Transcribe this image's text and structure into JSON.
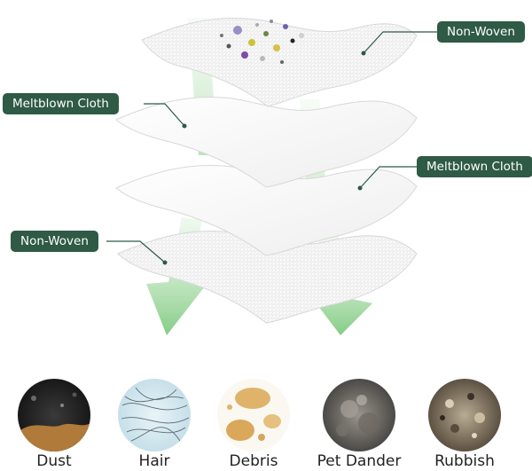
{
  "layers": [
    {
      "label": "Non-Woven"
    },
    {
      "label": "Meltblown Cloth"
    },
    {
      "label": "Meltblown Cloth"
    },
    {
      "label": "Non-Woven"
    }
  ],
  "particles": [
    {
      "label": "Dust",
      "icon": "dust-icon"
    },
    {
      "label": "Hair",
      "icon": "hair-icon"
    },
    {
      "label": "Debris",
      "icon": "debris-icon"
    },
    {
      "label": "Pet Dander",
      "icon": "pet-dander-icon"
    },
    {
      "label": "Rubbish",
      "icon": "rubbish-icon"
    }
  ],
  "colors": {
    "label_bg": "#2f5a45",
    "arrow": "#8fd08f",
    "sheet": "#fbfbfb",
    "sheet_edge": "#d6d6d6"
  }
}
